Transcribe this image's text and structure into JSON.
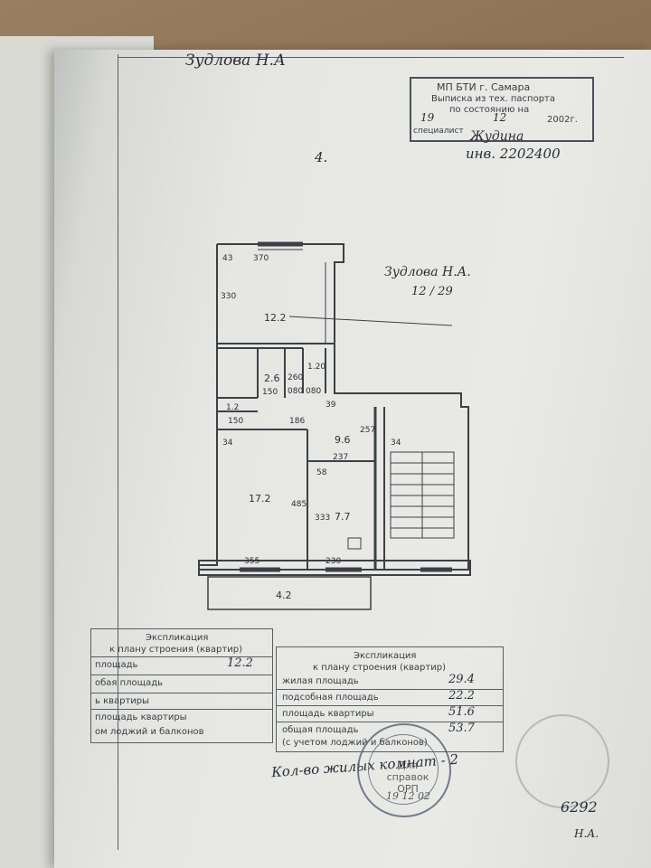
{
  "header": {
    "owner_name": "Зудлова Н.А",
    "page_number": "4.",
    "stamp": {
      "line1": "МП БТИ г. Самара",
      "line2": "Выписка из тех. паспорта",
      "line3": "по состоянию на",
      "day": "19",
      "month": "12",
      "year": "2002г.",
      "specialist": "специалист",
      "signature": "Жудина",
      "inventory": "инв. 2202400"
    }
  },
  "plan": {
    "owner_label": "Зудлова Н.А.",
    "share": "12 / 29",
    "rooms": [
      "12.2",
      "2.6",
      "1.2",
      "9.6",
      "17.2",
      "7.7",
      "4.2"
    ],
    "dimensions": [
      "43",
      "370",
      "330",
      "150",
      "260",
      "1.20",
      "080",
      "080",
      "39",
      "150",
      "186",
      "257",
      "34",
      "237",
      "34",
      "58",
      "485",
      "333",
      "355",
      "230"
    ]
  },
  "explication_left": {
    "title": "Экспликация",
    "subtitle": "к плану строения (квартир)",
    "rows": [
      {
        "label": "площадь",
        "value": "12.2"
      },
      {
        "label": "обая площадь",
        "value": ""
      },
      {
        "label": "ь квартиры",
        "value": ""
      },
      {
        "label": "площадь квартиры",
        "value": ""
      },
      {
        "label": "ом лоджий и балконов",
        "value": ""
      }
    ]
  },
  "explication_right": {
    "title": "Экспликация",
    "subtitle": "к плану строения (квартир)",
    "rows": [
      {
        "label": "жилая площадь",
        "value": "29.4"
      },
      {
        "label": "подсобная площадь",
        "value": "22.2"
      },
      {
        "label": "площадь квартиры",
        "value": "51.6"
      },
      {
        "label": "общая площадь",
        "value": "53.7"
      },
      {
        "label": "(с учетом лоджий и балконов)",
        "value": ""
      }
    ]
  },
  "footer": {
    "rooms_count": "Кол-во жилых комнат - 2",
    "stamp_text": "Для справок ОРП",
    "stamp_date": "19 12 02",
    "code": "6292",
    "initials": "Н.А."
  }
}
